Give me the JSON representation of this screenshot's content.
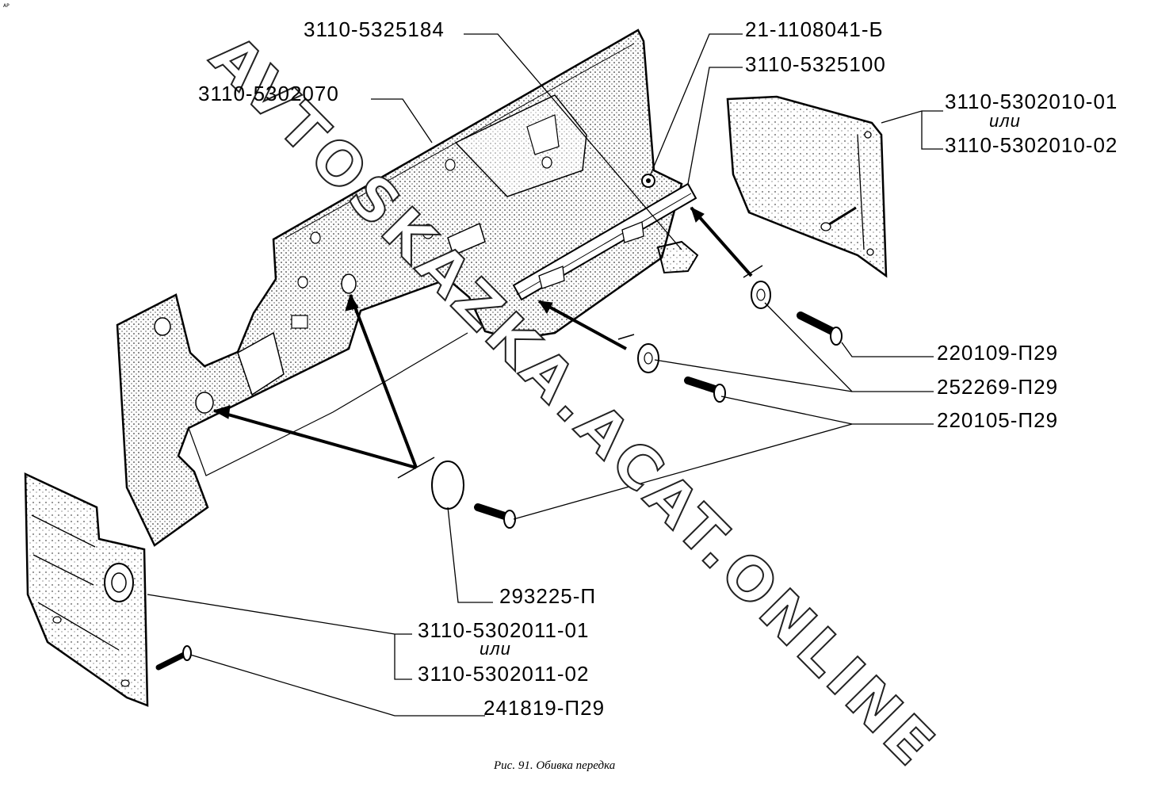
{
  "labels": {
    "p1": "3110-5325184",
    "p2": "21-1108041-Б",
    "p3": "3110-5325100",
    "p4": "3110-5302070",
    "p5a": "3110-5302010-01",
    "p5or": "или",
    "p5b": "3110-5302010-02",
    "p6": "220109-П29",
    "p7": "252269-П29",
    "p8": "220105-П29",
    "p9": "293225-П",
    "p10a": "3110-5302011-01",
    "p10or": "или",
    "p10b": "3110-5302011-02",
    "p11": "241819-П29"
  },
  "caption": "Рис. 91. Обивка передка",
  "watermark": "AVTOSKAZKA.ACAT.ONLINE",
  "corner_mark": "АР"
}
